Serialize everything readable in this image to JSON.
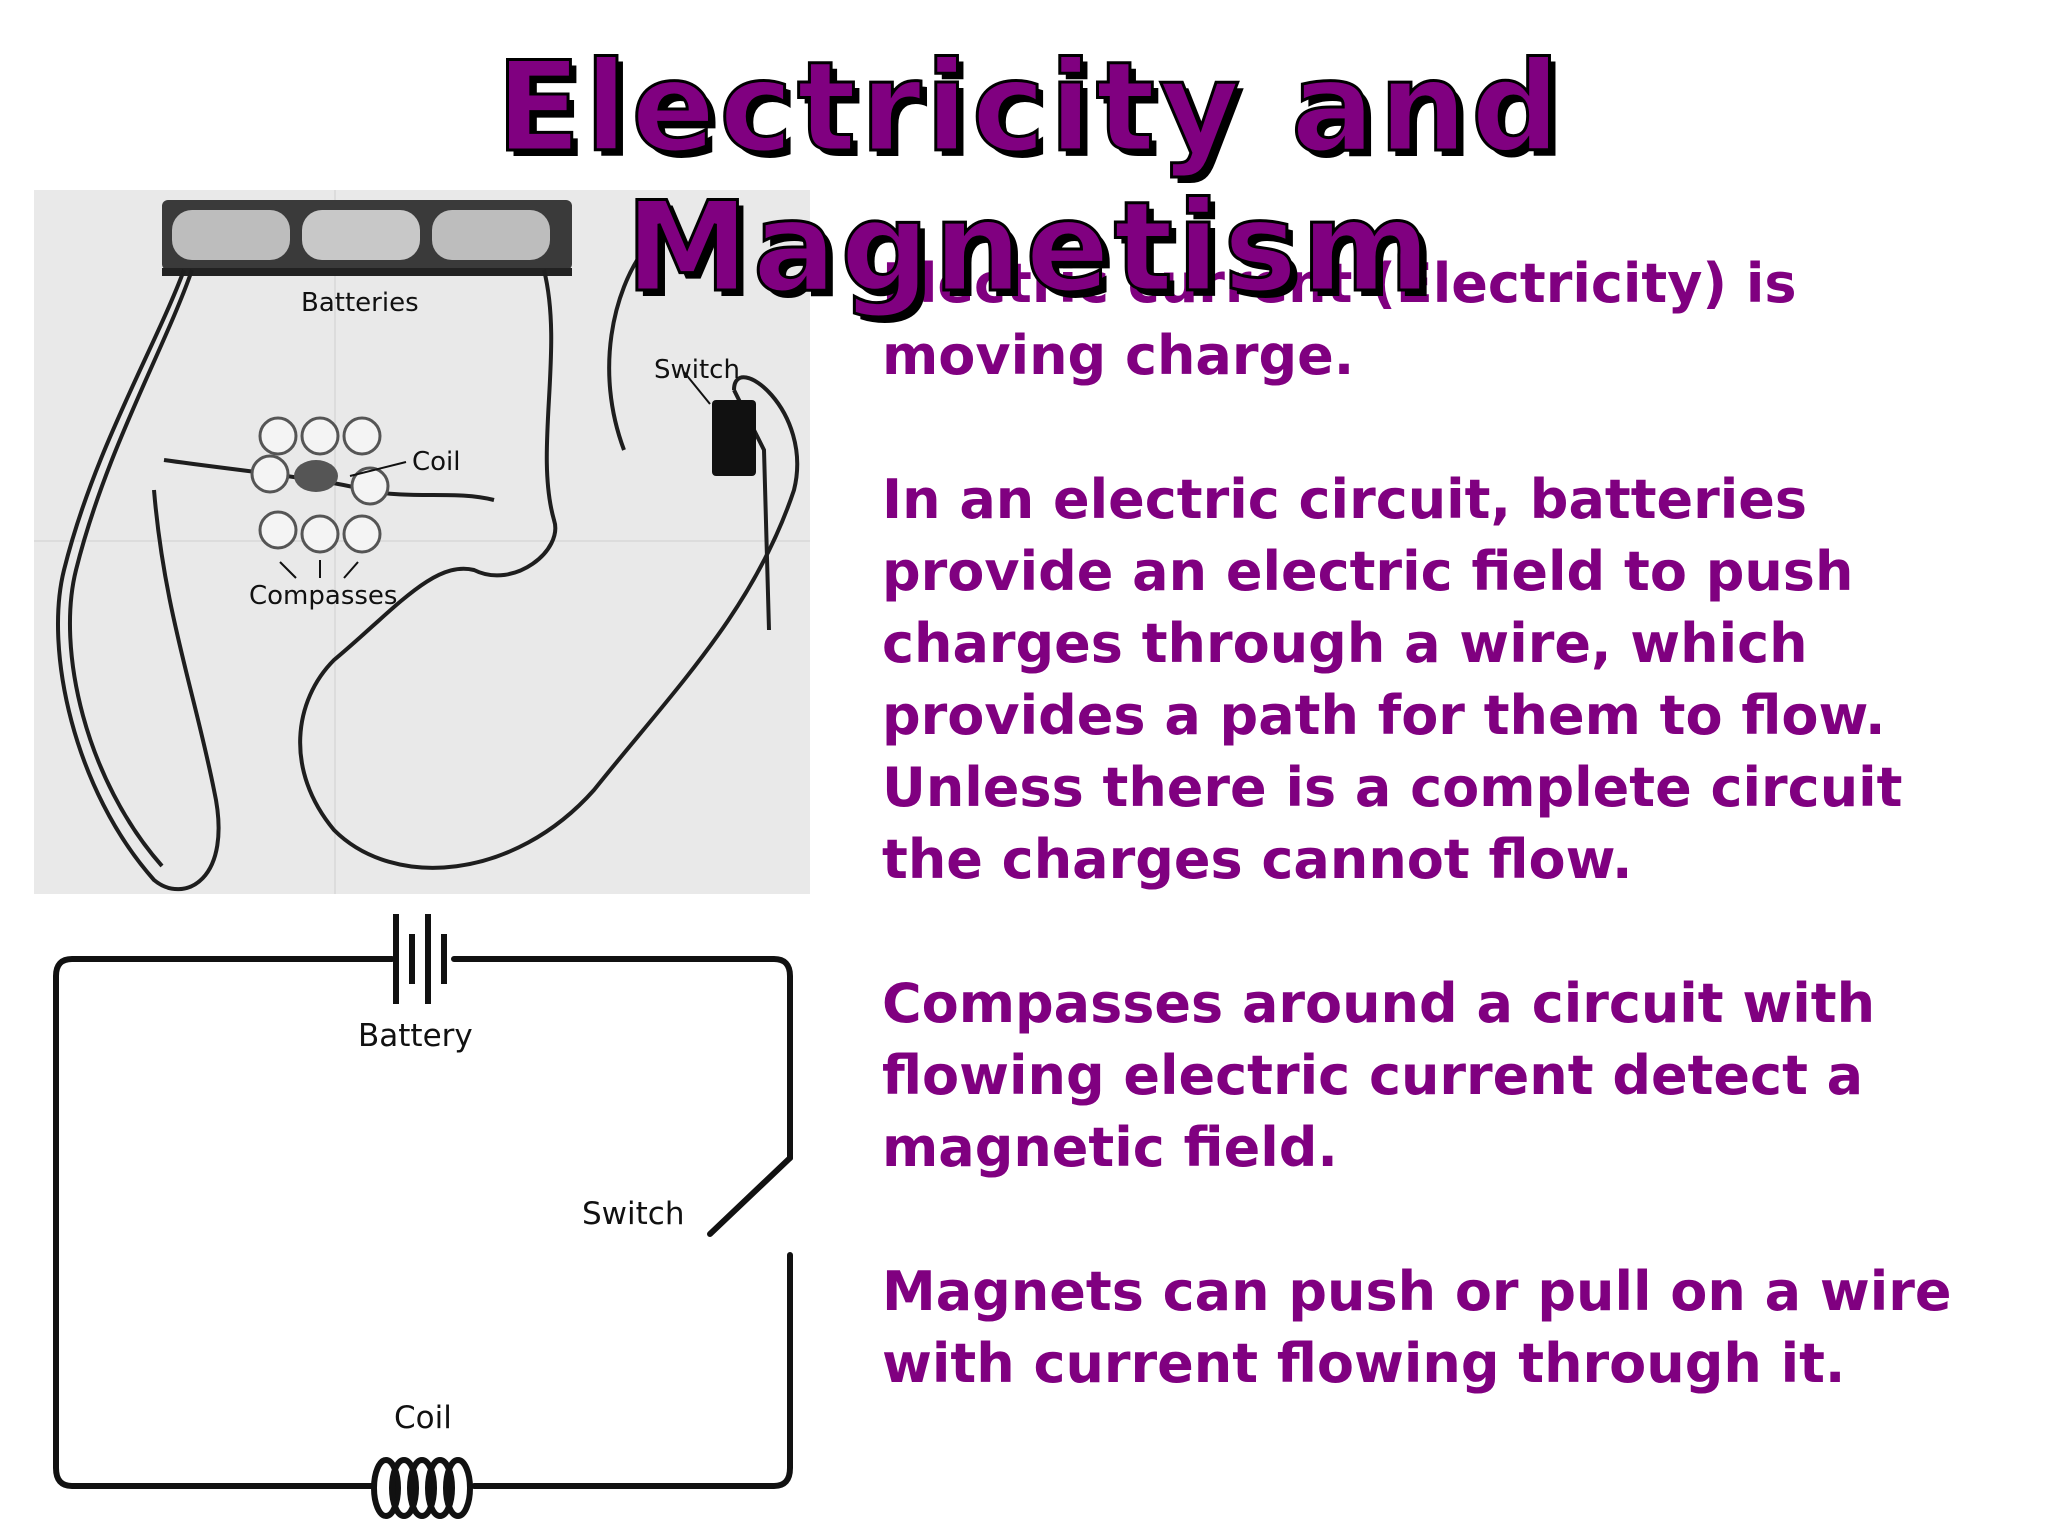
{
  "slide": {
    "title": "Electricity and Magnetism",
    "paragraphs": [
      "Electric current (Electricity) is moving charge.",
      "In an electric circuit, batteries provide an electric field to push charges through a wire, which provides a path for them to flow. Unless there is a complete circuit the charges cannot flow.",
      "Compasses around a circuit with flowing electric current detect a magnetic field.",
      "Magnets can push or pull on a wire with current flowing through it."
    ]
  },
  "photo": {
    "batteries_label": "Batteries",
    "switch_label": "Switch",
    "coil_label": "Coil",
    "compasses_label": "Compasses"
  },
  "schematic": {
    "battery_label": "Battery",
    "switch_label": "Switch",
    "coil_label": "Coil"
  }
}
